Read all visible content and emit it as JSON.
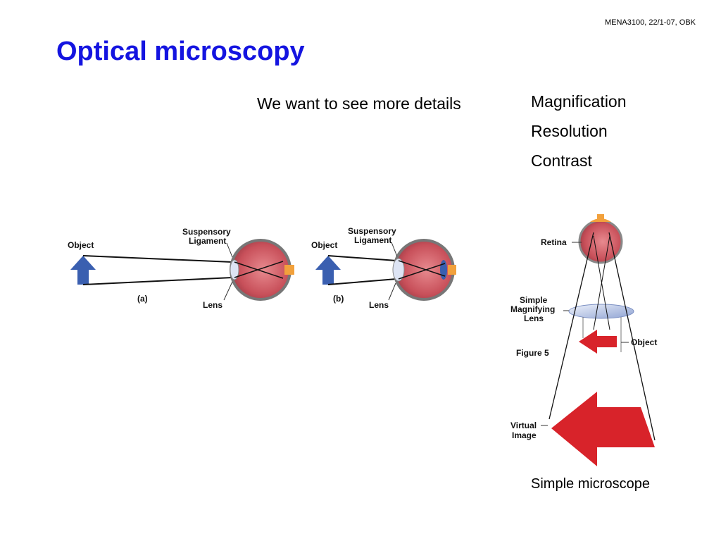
{
  "slide": {
    "header_ref": "MENA3100, 22/1-07, OBK",
    "title": "Optical microscopy",
    "intro": "We want to see more details",
    "points": [
      "Magnification",
      "Resolution",
      "Contrast"
    ]
  },
  "figure_eye": {
    "panel_a": {
      "object_label": "Object",
      "ligament_label_1": "Suspensory",
      "ligament_label_2": "Ligament",
      "lens_label": "Lens",
      "panel_label": "(a)"
    },
    "panel_b": {
      "object_label": "Object",
      "ligament_label_1": "Suspensory",
      "ligament_label_2": "Ligament",
      "lens_label": "Lens",
      "panel_label": "(b)"
    }
  },
  "figure_microscope": {
    "retina_label": "Retina",
    "lens_label_1": "Simple",
    "lens_label_2": "Magnifying",
    "lens_label_3": "Lens",
    "object_label": "Object",
    "figure_label": "Figure 5",
    "virtual_label_1": "Virtual",
    "virtual_label_2": "Image",
    "caption": "Simple microscope"
  },
  "colors": {
    "title": "#1414e0",
    "object_arrow": "#3a5fb0",
    "image_arrow": "#d8232a",
    "eye_tissue": "#c8505a",
    "lens_blue": "#a9b8dc"
  }
}
